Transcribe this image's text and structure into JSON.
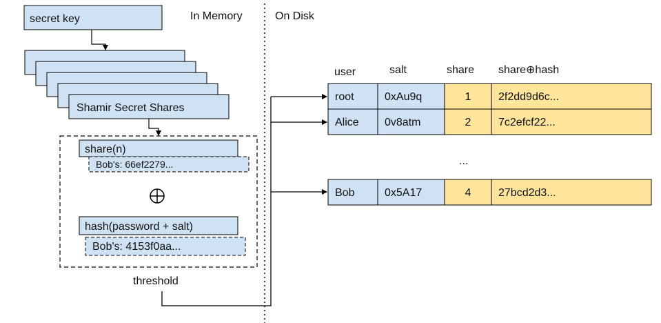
{
  "colors": {
    "blue_fill": "#cfe2f3",
    "yellow_fill": "#ffe599",
    "stroke": "#000000"
  },
  "labels": {
    "in_memory": "In Memory",
    "on_disk": "On Disk",
    "secret_key": "secret key",
    "shamir": "Shamir Secret Shares",
    "share_n": "share(n)",
    "bobs_share": "Bob's: 66ef2279...",
    "xor_symbol": "⊕",
    "hash": "hash(password + salt)",
    "bobs_hash": "Bob's: 4153f0aa...",
    "threshold": "threshold",
    "ellipsis": "..."
  },
  "table": {
    "headers": [
      "user",
      "salt",
      "share",
      "share⊕hash"
    ],
    "rows": [
      {
        "user": "root",
        "salt": "0xAu9q",
        "share": "1",
        "hash": "2f2dd9d6c..."
      },
      {
        "user": "Alice",
        "salt": "0v8atm",
        "share": "2",
        "hash": "7c2efcf22..."
      },
      {
        "user": "Bob",
        "salt": "0x5A17",
        "share": "4",
        "hash": "27bcd2d3..."
      }
    ]
  }
}
